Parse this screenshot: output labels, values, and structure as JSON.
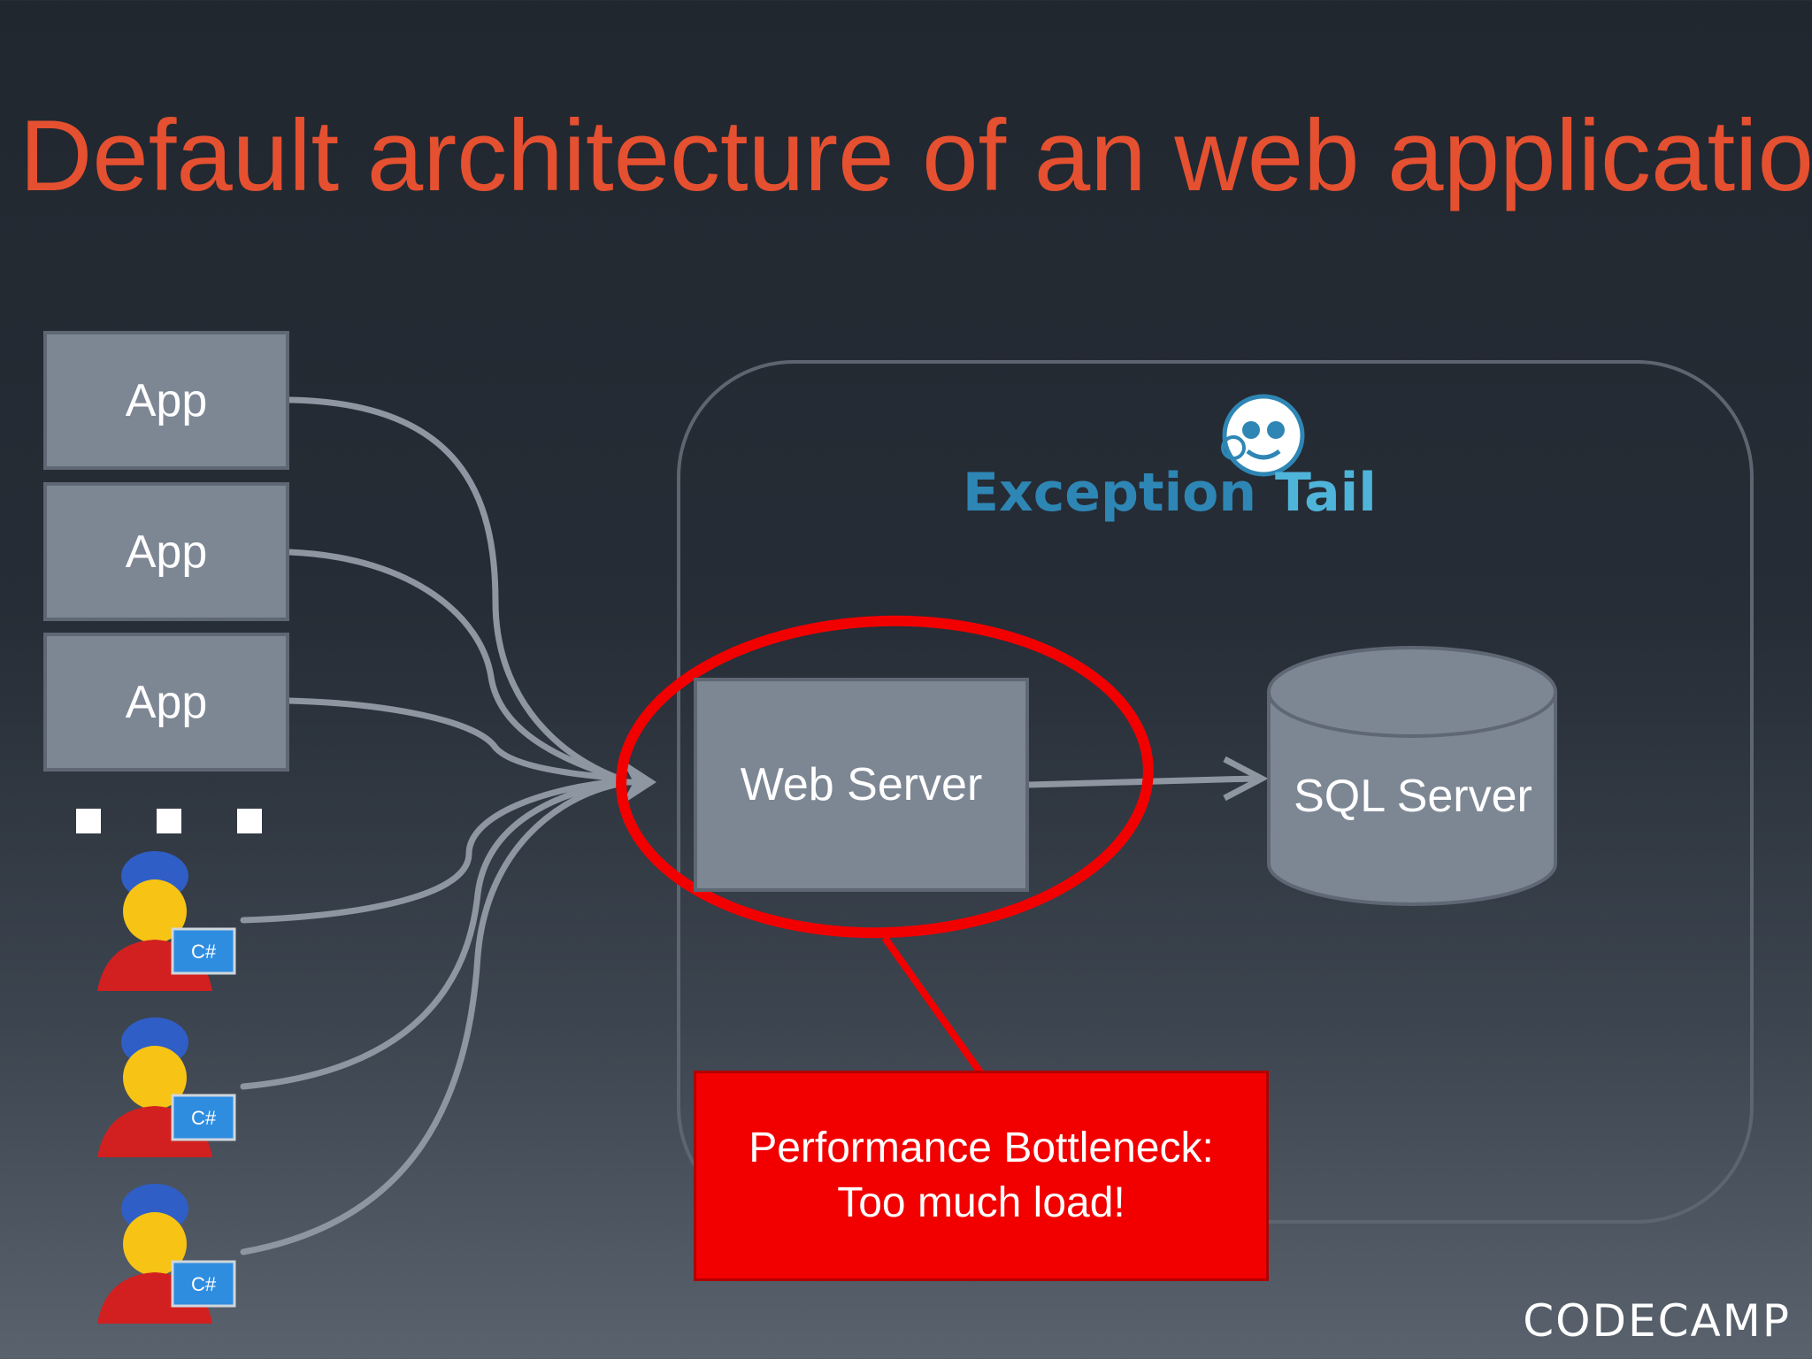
{
  "title": "Default architecture of an web applicatio",
  "apps": [
    {
      "label": "App"
    },
    {
      "label": "App"
    },
    {
      "label": "App"
    }
  ],
  "developers": [
    {
      "screen_label": "C#"
    },
    {
      "screen_label": "C#"
    },
    {
      "screen_label": "C#"
    }
  ],
  "web_server": {
    "label": "Web Server"
  },
  "sql_server": {
    "label": "SQL Server"
  },
  "brand": {
    "name_main": "Exception",
    "name_tail": "Tail"
  },
  "bottleneck": {
    "line1": "Performance Bottleneck:",
    "line2": "Too much load!"
  },
  "footer_logo": "CODECAMP",
  "colors": {
    "title": "#e55030",
    "box_fill": "#7d8794",
    "connector": "#8d96a1",
    "highlight": "#f20000",
    "brand": "#2e86b5"
  },
  "icons": [
    "ellipsis-dots",
    "developer-icon",
    "monkey-mascot-icon",
    "cylinder-database-icon"
  ]
}
